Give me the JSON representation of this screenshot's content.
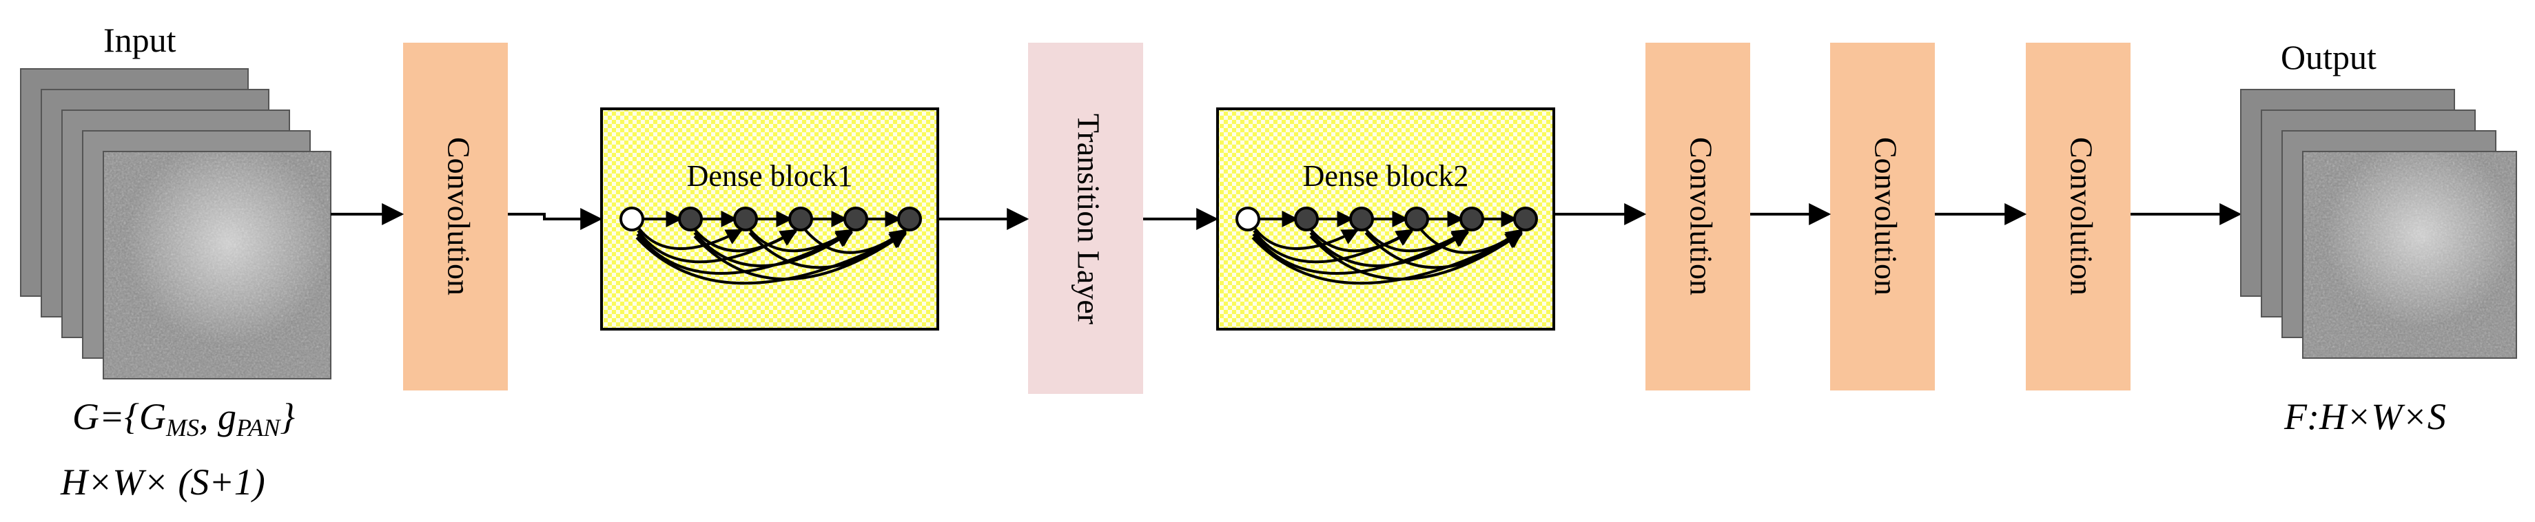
{
  "input": {
    "title": "Input",
    "formula_main": "G={G",
    "formula_ms": "MS",
    "formula_mid": ", g",
    "formula_pan": "PAN",
    "formula_end": "}",
    "dimensions": "H×W× (S+1)"
  },
  "output": {
    "title": "Output",
    "dimensions": "F:H×W×S"
  },
  "layers": {
    "conv1": "Convolution",
    "dense1": "Dense block1",
    "transition": "Transition Layer",
    "dense2": "Dense block2",
    "conv2": "Convolution",
    "conv3": "Convolution",
    "conv4": "Convolution"
  },
  "colors": {
    "conv_fill": "#f9c49a",
    "transition_fill": "#f2dadb",
    "dense_fill": "#fafa5a",
    "dense_checker": "#ffffff",
    "node_input": "#ffffff",
    "node_dense": "#404040"
  }
}
